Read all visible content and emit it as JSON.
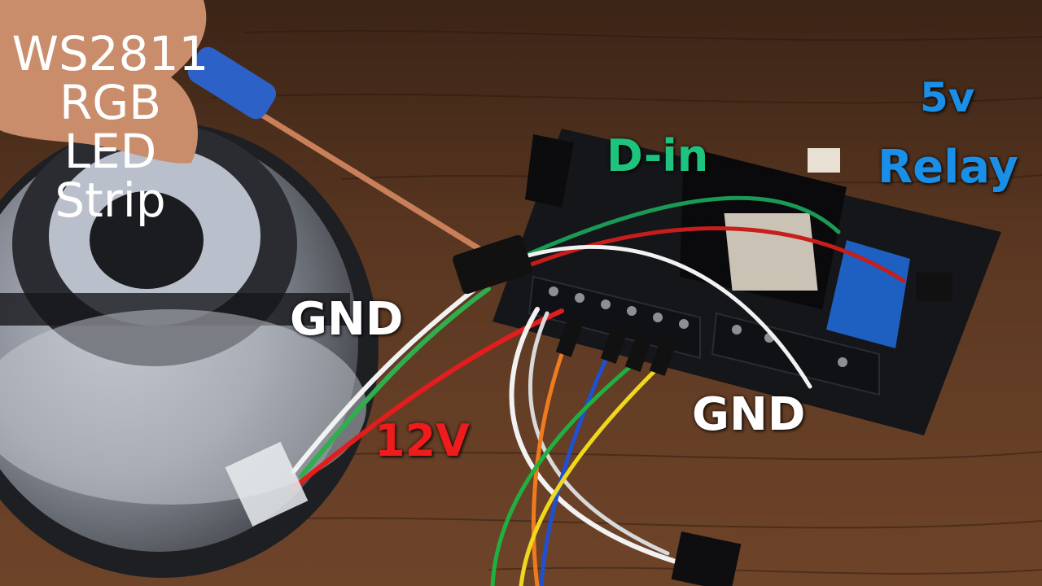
{
  "title_lines": [
    "WS2811",
    "RGB",
    "LED",
    "Strip"
  ],
  "labels": {
    "d_in": "D-in",
    "relay_top": "5v",
    "relay_bottom": "Relay",
    "gnd_left": "GND",
    "gnd_right": "GND",
    "v12": "12V"
  },
  "colors": {
    "title": "#ffffff",
    "d_in": "#1ec47e",
    "relay": "#1a8fe8",
    "gnd": "#ffffff",
    "v12": "#ee1c1c",
    "board": "#15161a",
    "relay_module": "#1e5fc2",
    "wood": "#5a3520"
  }
}
